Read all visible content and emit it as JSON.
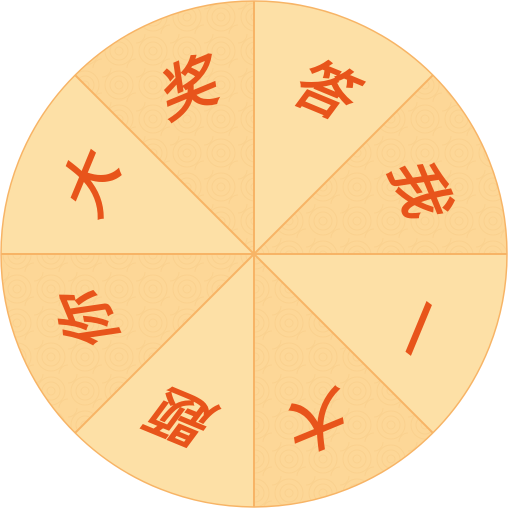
{
  "wheel": {
    "colors": {
      "segment_light": "#fde0a6",
      "segment_dark": "#fdd797",
      "divider": "#f7b466",
      "pattern": "#f9cf8c",
      "glyph": "#e8541b"
    },
    "segments": [
      {
        "id": "seg-0",
        "label": "答"
      },
      {
        "id": "seg-1",
        "label": "我"
      },
      {
        "id": "seg-2",
        "label": "一"
      },
      {
        "id": "seg-3",
        "label": "大"
      },
      {
        "id": "seg-4",
        "label": "题"
      },
      {
        "id": "seg-5",
        "label": "你"
      },
      {
        "id": "seg-6",
        "label": "大"
      },
      {
        "id": "seg-7",
        "label": "奖"
      }
    ]
  }
}
